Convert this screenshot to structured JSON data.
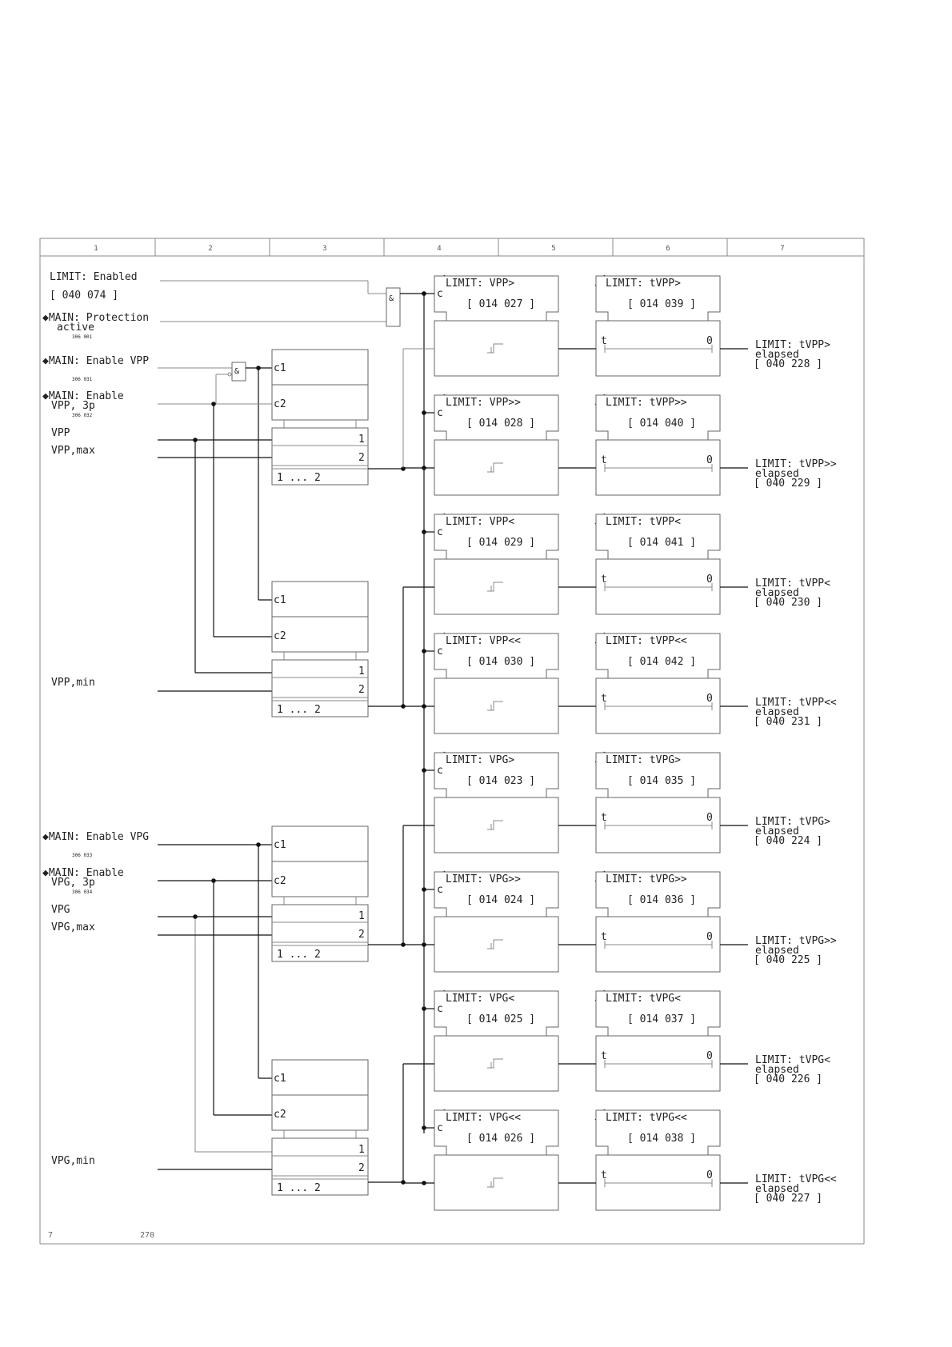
{
  "column_numbers": [
    "1",
    "2",
    "3",
    "4",
    "5",
    "6",
    "7"
  ],
  "inputs": {
    "limit_enabled": "LIMIT: Enabled",
    "limit_enabled_addr": "[ 040 074 ]",
    "protection_active_1": "◆MAIN: Protection",
    "protection_active_2": "active",
    "protection_active_code": "306 001",
    "enable_vpp": "◆MAIN: Enable VPP",
    "enable_vpp_code": "306 031",
    "enable_vpp3p_1": "◆MAIN: Enable",
    "enable_vpp3p_2": "VPP, 3p",
    "enable_vpp3p_code": "306 032",
    "vpp": "VPP",
    "vpp_max": "VPP,max",
    "vpp_min": "VPP,min",
    "enable_vpg": "◆MAIN: Enable VPG",
    "enable_vpg_code": "306 033",
    "enable_vpg3p_1": "◆MAIN: Enable",
    "enable_vpg3p_2": "VPG, 3p",
    "enable_vpg3p_code": "306 034",
    "vpg": "VPG",
    "vpg_max": "VPG,max",
    "vpg_min": "VPG,min"
  },
  "gates": {
    "and_symbol": "&"
  },
  "selector": {
    "c1": "c1",
    "c2": "c2",
    "ch1": "1",
    "ch2": "2",
    "range": "1 ... 2"
  },
  "channels": [
    {
      "setting": "LIMIT: VPP>",
      "setting_addr": "[ 014 027 ]",
      "timer": "LIMIT: tVPP>",
      "timer_addr": "[ 014 039 ]",
      "out1": "LIMIT: tVPP>",
      "out2": "elapsed",
      "out_addr": "[ 040 228 ]"
    },
    {
      "setting": "LIMIT: VPP>>",
      "setting_addr": "[ 014 028 ]",
      "timer": "LIMIT: tVPP>>",
      "timer_addr": "[ 014 040 ]",
      "out1": "LIMIT: tVPP>>",
      "out2": "elapsed",
      "out_addr": "[ 040 229 ]"
    },
    {
      "setting": "LIMIT: VPP<",
      "setting_addr": "[ 014 029 ]",
      "timer": "LIMIT: tVPP<",
      "timer_addr": "[ 014 041 ]",
      "out1": "LIMIT: tVPP<",
      "out2": "elapsed",
      "out_addr": "[ 040 230 ]"
    },
    {
      "setting": "LIMIT: VPP<<",
      "setting_addr": "[ 014 030 ]",
      "timer": "LIMIT: tVPP<<",
      "timer_addr": "[ 014 042 ]",
      "out1": "LIMIT: tVPP<<",
      "out2": "elapsed",
      "out_addr": "[ 040 231 ]"
    },
    {
      "setting": "LIMIT: VPG>",
      "setting_addr": "[ 014 023 ]",
      "timer": "LIMIT: tVPG>",
      "timer_addr": "[ 014 035 ]",
      "out1": "LIMIT: tVPG>",
      "out2": "elapsed",
      "out_addr": "[ 040 224 ]"
    },
    {
      "setting": "LIMIT: VPG>>",
      "setting_addr": "[ 014 024 ]",
      "timer": "LIMIT: tVPG>>",
      "timer_addr": "[ 014 036 ]",
      "out1": "LIMIT: tVPG>>",
      "out2": "elapsed",
      "out_addr": "[ 040 225 ]"
    },
    {
      "setting": "LIMIT: VPG<",
      "setting_addr": "[ 014 025 ]",
      "timer": "LIMIT: tVPG<",
      "timer_addr": "[ 014 037 ]",
      "out1": "LIMIT: tVPG<",
      "out2": "elapsed",
      "out_addr": "[ 040 226 ]"
    },
    {
      "setting": "LIMIT: VPG<<",
      "setting_addr": "[ 014 026 ]",
      "timer": "LIMIT: tVPG<<",
      "timer_addr": "[ 014 038 ]",
      "out1": "LIMIT: tVPG<<",
      "out2": "elapsed",
      "out_addr": "[ 040 227 ]"
    }
  ],
  "block_labels": {
    "c": "c",
    "t": "t",
    "zero": "0"
  },
  "footer": {
    "left": "7",
    "code": "270"
  }
}
